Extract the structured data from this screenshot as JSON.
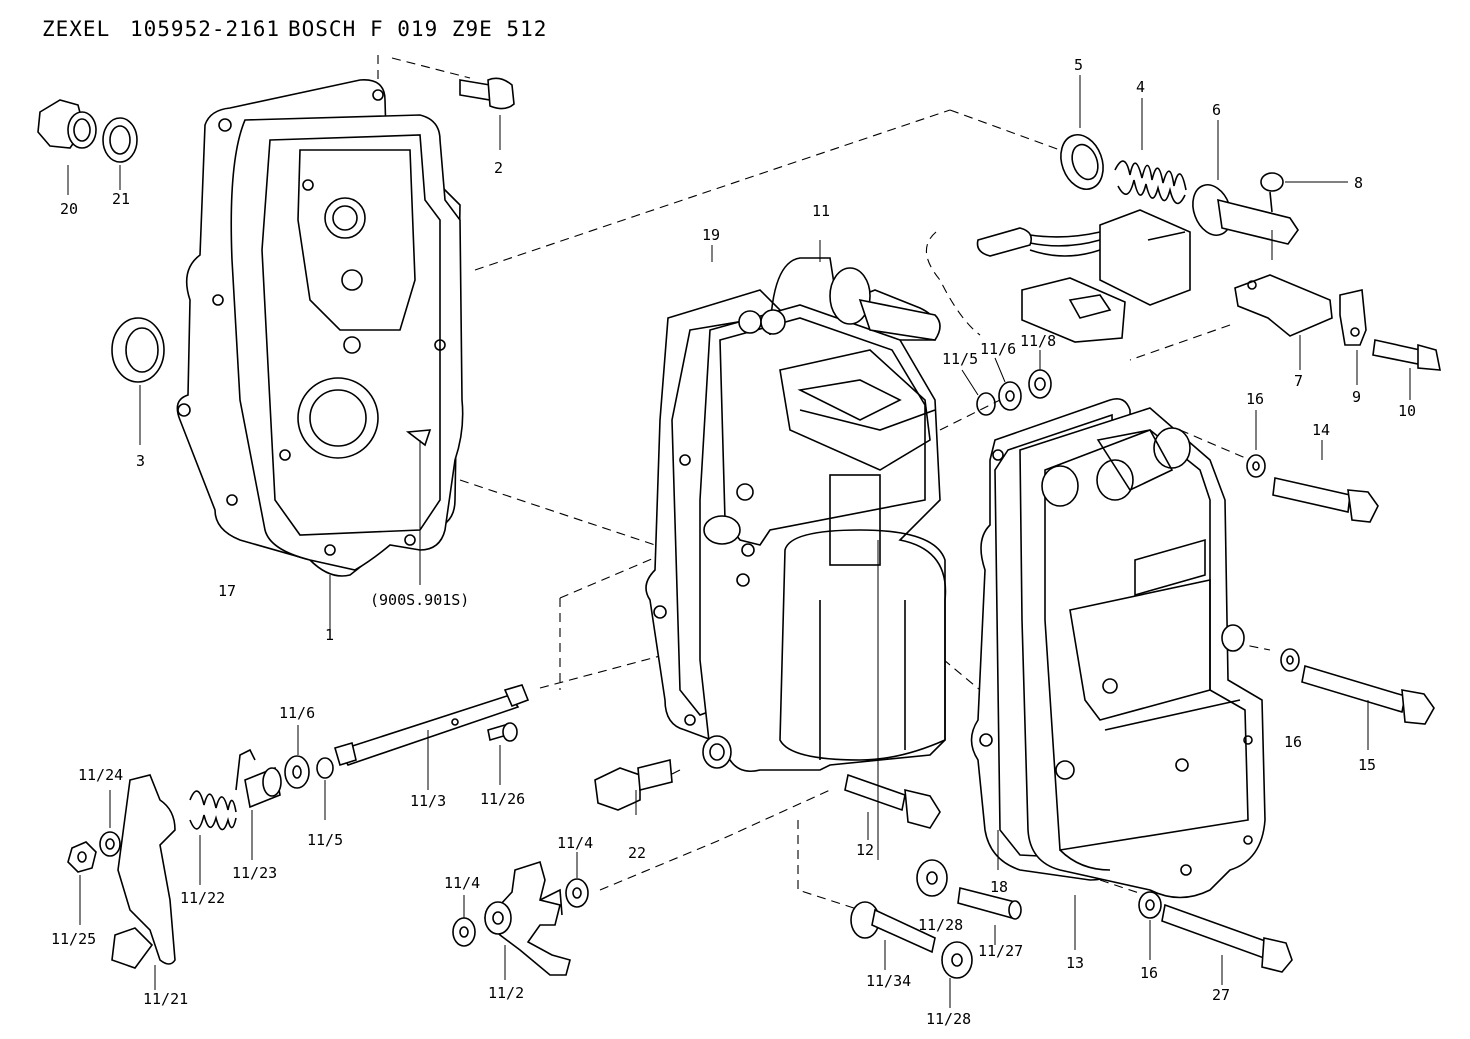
{
  "header": {
    "brand1": "ZEXEL",
    "number1": "105952-2161",
    "brand2": "BOSCH",
    "number2": "F 019 Z9E 512"
  },
  "callouts": {
    "p1": "1",
    "p2": "2",
    "p3": "3",
    "p4": "4",
    "p5": "5",
    "p6": "6",
    "p7": "7",
    "p8": "8",
    "p9": "9",
    "p10": "10",
    "p11": "11",
    "p12": "12",
    "p13": "13",
    "p14": "14",
    "p15": "15",
    "p16a": "16",
    "p16b": "16",
    "p16c": "16",
    "p17": "17",
    "p18": "18",
    "p19": "19",
    "p20": "20",
    "p21": "21",
    "p22": "22",
    "p27": "27",
    "p11_2": "11/2",
    "p11_3": "11/3",
    "p11_4a": "11/4",
    "p11_4b": "11/4",
    "p11_5a": "11/5",
    "p11_5b": "11/5",
    "p11_6a": "11/6",
    "p11_6b": "11/6",
    "p11_8": "11/8",
    "p11_21": "11/21",
    "p11_22": "11/22",
    "p11_23": "11/23",
    "p11_24": "11/24",
    "p11_25": "11/25",
    "p11_26": "11/26",
    "p11_27": "11/27",
    "p11_28a": "11/28",
    "p11_28b": "11/28",
    "p11_34": "11/34",
    "note_900s": "(900S.901S)"
  }
}
